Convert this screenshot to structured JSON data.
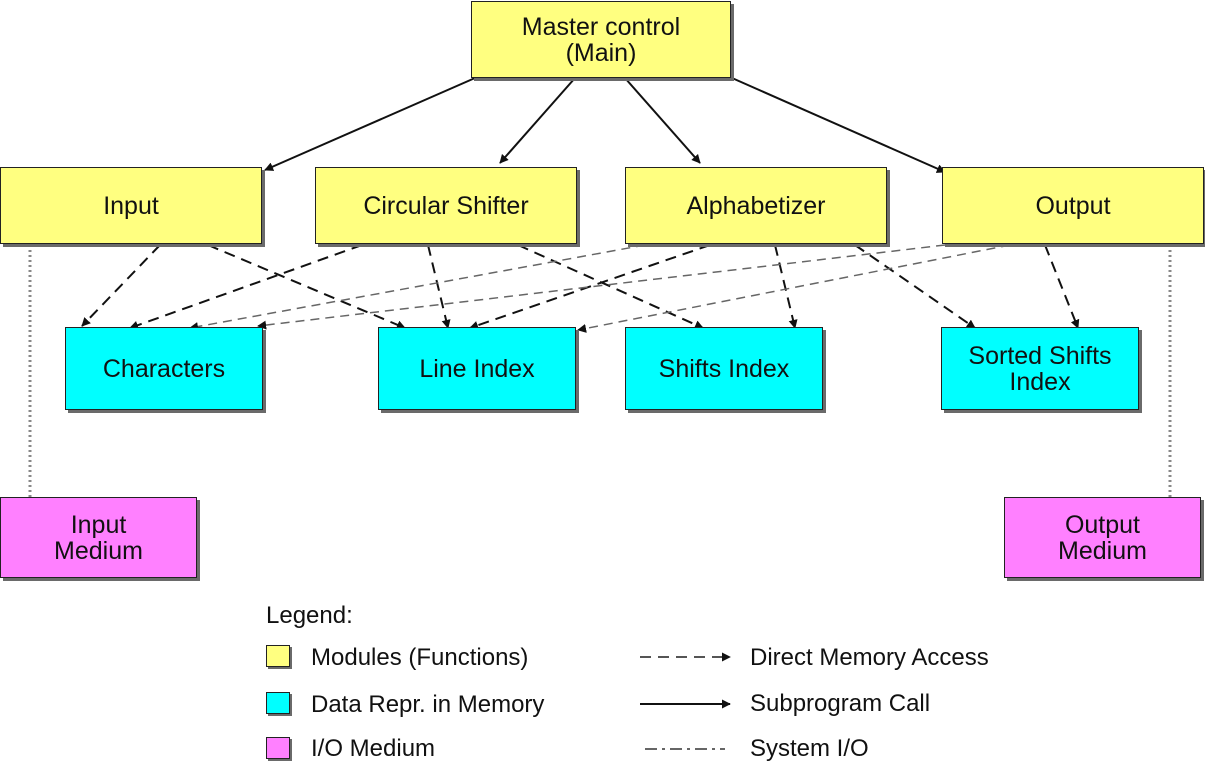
{
  "nodes": {
    "master": "Master control\n(Main)",
    "input": "Input",
    "circular_shifter": "Circular Shifter",
    "alphabetizer": "Alphabetizer",
    "output": "Output",
    "characters": "Characters",
    "line_index": "Line Index",
    "shifts_index": "Shifts Index",
    "sorted_shifts_index": "Sorted Shifts\nIndex",
    "input_medium": "Input\nMedium",
    "output_medium": "Output\nMedium"
  },
  "legend": {
    "title": "Legend:",
    "modules": "Modules (Functions)",
    "data_repr": "Data Repr. in Memory",
    "io_medium": "I/O Medium",
    "direct_memory_access": "Direct Memory Access",
    "subprogram_call": "Subprogram Call",
    "system_io": "System I/O"
  },
  "colors": {
    "module": "#ffff80",
    "data": "#00ffff",
    "io": "#ff80ff"
  },
  "edges": {
    "subprogram_call": [
      [
        "master",
        "input"
      ],
      [
        "master",
        "circular_shifter"
      ],
      [
        "master",
        "alphabetizer"
      ],
      [
        "master",
        "output"
      ]
    ],
    "direct_memory_access": [
      [
        "input",
        "characters"
      ],
      [
        "input",
        "line_index"
      ],
      [
        "circular_shifter",
        "characters"
      ],
      [
        "circular_shifter",
        "line_index"
      ],
      [
        "circular_shifter",
        "shifts_index"
      ],
      [
        "alphabetizer",
        "characters"
      ],
      [
        "alphabetizer",
        "line_index"
      ],
      [
        "alphabetizer",
        "shifts_index"
      ],
      [
        "alphabetizer",
        "sorted_shifts_index"
      ],
      [
        "output",
        "characters"
      ],
      [
        "output",
        "line_index"
      ],
      [
        "output",
        "sorted_shifts_index"
      ]
    ],
    "system_io": [
      [
        "input",
        "input_medium"
      ],
      [
        "output",
        "output_medium"
      ]
    ]
  }
}
